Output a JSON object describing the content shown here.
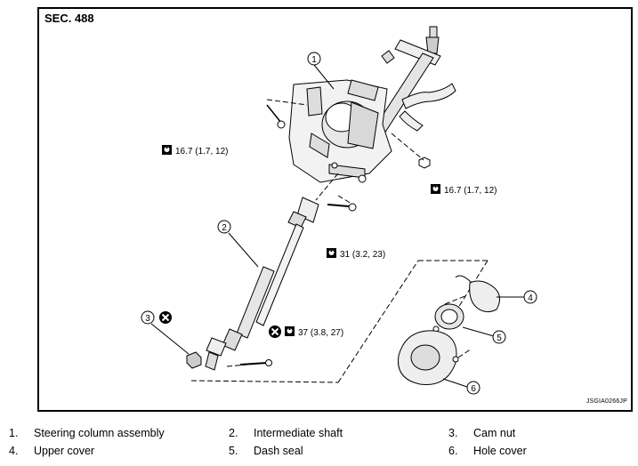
{
  "section_label": "SEC. 488",
  "image_code": "JSGIA0266JP",
  "callouts": [
    "1",
    "2",
    "3",
    "4",
    "5",
    "6"
  ],
  "torques": [
    {
      "spec": "16.7 (1.7, 12)"
    },
    {
      "spec": "16.7 (1.7, 12)"
    },
    {
      "spec": "31 (3.2, 23)"
    },
    {
      "spec": "37 (3.8, 27)"
    }
  ],
  "legend": [
    {
      "num": "1.",
      "label": "Steering column assembly"
    },
    {
      "num": "2.",
      "label": "Intermediate shaft"
    },
    {
      "num": "3.",
      "label": "Cam nut"
    },
    {
      "num": "4.",
      "label": "Upper cover"
    },
    {
      "num": "5.",
      "label": "Dash seal"
    },
    {
      "num": "6.",
      "label": "Hole cover"
    }
  ]
}
